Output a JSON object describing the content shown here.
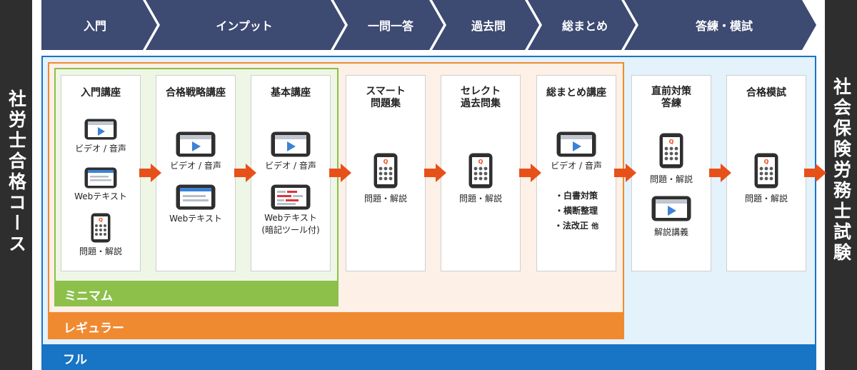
{
  "left_side": {
    "label": "社労士合格コース"
  },
  "right_side": {
    "label": "社会保険労務士試験"
  },
  "phases": [
    "入門",
    "インプット",
    "一問一答",
    "過去問",
    "総まとめ",
    "答練・模試"
  ],
  "tiers": {
    "full": "フル",
    "regular": "レギュラー",
    "minimum": "ミニマム"
  },
  "courses": [
    {
      "title": "入門講座",
      "items": [
        "ビデオ / 音声",
        "Webテキスト",
        "問題・解説"
      ]
    },
    {
      "title": "合格戦略講座",
      "items": [
        "ビデオ / 音声",
        "Webテキスト"
      ]
    },
    {
      "title": "基本講座",
      "items": [
        "ビデオ / 音声",
        "Webテキスト",
        "(暗記ツール付)"
      ]
    },
    {
      "title": [
        "スマート",
        "問題集"
      ],
      "items": [
        "問題・解説"
      ]
    },
    {
      "title": [
        "セレクト",
        "過去問集"
      ],
      "items": [
        "問題・解説"
      ]
    },
    {
      "title": "総まとめ講座",
      "items": [
        "ビデオ / 音声"
      ],
      "bullets": [
        "・白書対策",
        "・横断整理",
        "・法改正"
      ],
      "bullet_suffix": "他"
    },
    {
      "title": [
        "直前対策",
        "答練"
      ],
      "items": [
        "問題・解説",
        "解説講義"
      ]
    },
    {
      "title": "合格模試",
      "items": [
        "問題・解説"
      ]
    }
  ],
  "colors": {
    "phase": "#3d4a72",
    "full": "#1874c4",
    "regular": "#f08a31",
    "minimum": "#8cc04b",
    "arrow": "#e8501a",
    "side": "#2e2e2e"
  },
  "icons": {
    "video": "video-tablet-icon",
    "text": "web-text-tablet-icon",
    "memo": "memorization-tool-tablet-icon",
    "question": "question-phone-icon",
    "arrow": "right-arrow-icon"
  }
}
